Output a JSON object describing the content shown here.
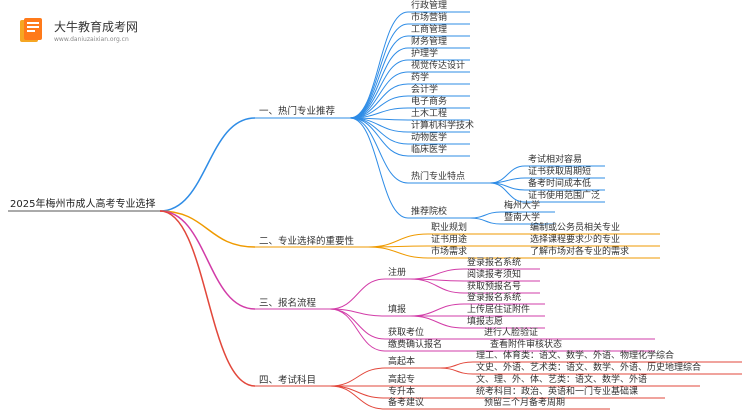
{
  "logo": {
    "title": "大牛教育成考网",
    "url": "www.daniuzaixian.org.cn"
  },
  "root": "2025年梅州市成人高考专业选择",
  "branches": {
    "hot": {
      "label": "一、热门专业推荐",
      "majors": [
        "行政管理",
        "市场营销",
        "工商管理",
        "财务管理",
        "护理学",
        "视觉传达设计",
        "药学",
        "会计学",
        "电子商务",
        "土木工程",
        "计算机科学技术",
        "动物医学",
        "临床医学"
      ],
      "features_label": "热门专业特点",
      "features": [
        "考试相对容易",
        "证书获取周期短",
        "备考时间成本低",
        "证书使用范围广泛"
      ],
      "schools_label": "推荐院校",
      "schools": [
        "梅州大学",
        "暨南大学"
      ]
    },
    "importance": {
      "label": "二、专业选择的重要性",
      "items": [
        {
          "label": "职业规划",
          "detail": "编制或公务员相关专业"
        },
        {
          "label": "证书用途",
          "detail": "选择课程要求少的专业"
        },
        {
          "label": "市场需求",
          "detail": "了解市场对各专业的需求"
        }
      ]
    },
    "process": {
      "label": "三、报名流程",
      "register_label": "注册",
      "register": [
        "登录报名系统",
        "阅读报考须知",
        "获取预报名号"
      ],
      "fill_label": "填报",
      "fill": [
        "登录报名系统",
        "上传居住证附件",
        "填报志愿"
      ],
      "confirm": {
        "label": "获取考位",
        "detail": "进行人脸验证"
      },
      "pay": {
        "label": "缴费确认报名",
        "detail": "查看附件审核状态"
      }
    },
    "exam": {
      "label": "四、考试科目",
      "gqb_label": "高起本",
      "gqb": [
        "理工、体育类：语文、数学、外语、物理化学综合",
        "文史、外语、艺术类：语文、数学、外语、历史地理综合"
      ],
      "gqz": {
        "label": "高起专",
        "detail": "文、理、外、体、艺类：语文、数学、外语"
      },
      "zsb": {
        "label": "专升本",
        "detail": "统考科目：政治、英语和一门专业基础课"
      },
      "advice": {
        "label": "备考建议",
        "detail": "预留三个月备考周期"
      }
    }
  },
  "colors": {
    "hot": "#2e8ce6",
    "importance": "#ef9a00",
    "process": "#d23ca8",
    "exam": "#e2473b",
    "root_line": "#555555"
  }
}
